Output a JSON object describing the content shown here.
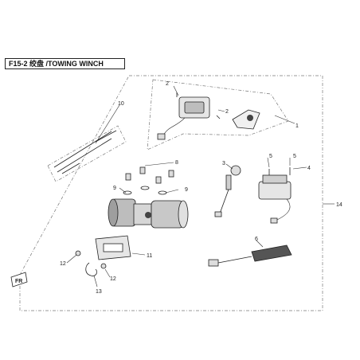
{
  "title": "F15-2 绞盘 /TOWING WINCH",
  "callouts": [
    "1",
    "2",
    "2",
    "3",
    "4",
    "5",
    "5",
    "6",
    "8",
    "9",
    "9",
    "10",
    "11",
    "12",
    "12",
    "13",
    "14"
  ],
  "arrow_badge": "FR",
  "colors": {
    "line": "#222222",
    "dash": "#777777",
    "bg": "#ffffff"
  }
}
